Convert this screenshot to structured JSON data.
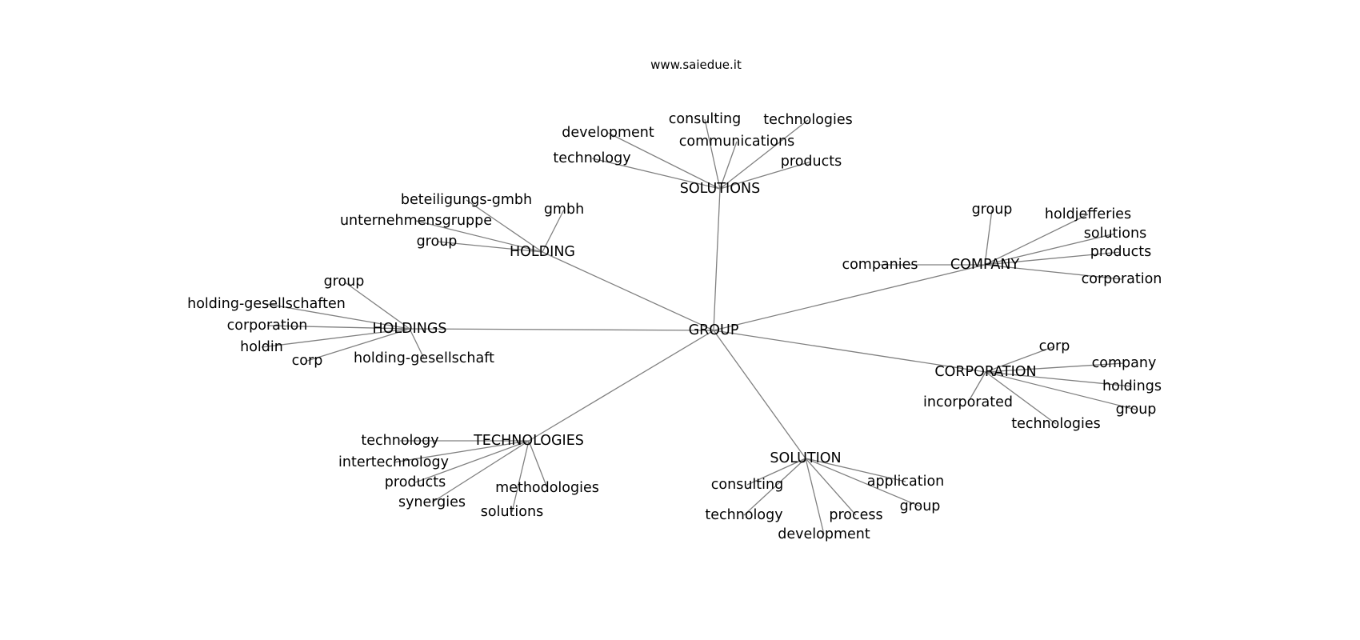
{
  "title": "www.saiedue.it",
  "graph": {
    "root": "GROUP",
    "hubs": [
      {
        "label": "SOLUTIONS",
        "children": [
          "consulting",
          "development",
          "communications",
          "technologies",
          "technology",
          "products"
        ]
      },
      {
        "label": "HOLDING",
        "children": [
          "beteiligungs-gmbh",
          "gmbh",
          "unternehmensgruppe",
          "group"
        ]
      },
      {
        "label": "HOLDINGS",
        "children": [
          "group",
          "holding-gesellschaften",
          "corporation",
          "holdin",
          "corp",
          "holding-gesellschaft"
        ]
      },
      {
        "label": "COMPANY",
        "children": [
          "group",
          "holdjefferies",
          "solutions",
          "products",
          "corporation",
          "companies"
        ]
      },
      {
        "label": "CORPORATION",
        "children": [
          "corp",
          "company",
          "holdings",
          "group",
          "technologies",
          "incorporated"
        ]
      },
      {
        "label": "TECHNOLOGIES",
        "children": [
          "technology",
          "intertechnology",
          "products",
          "synergies",
          "solutions",
          "methodologies"
        ]
      },
      {
        "label": "SOLUTION",
        "children": [
          "consulting",
          "technology",
          "development",
          "process",
          "group",
          "application"
        ]
      }
    ],
    "edge_color": "#808080"
  }
}
